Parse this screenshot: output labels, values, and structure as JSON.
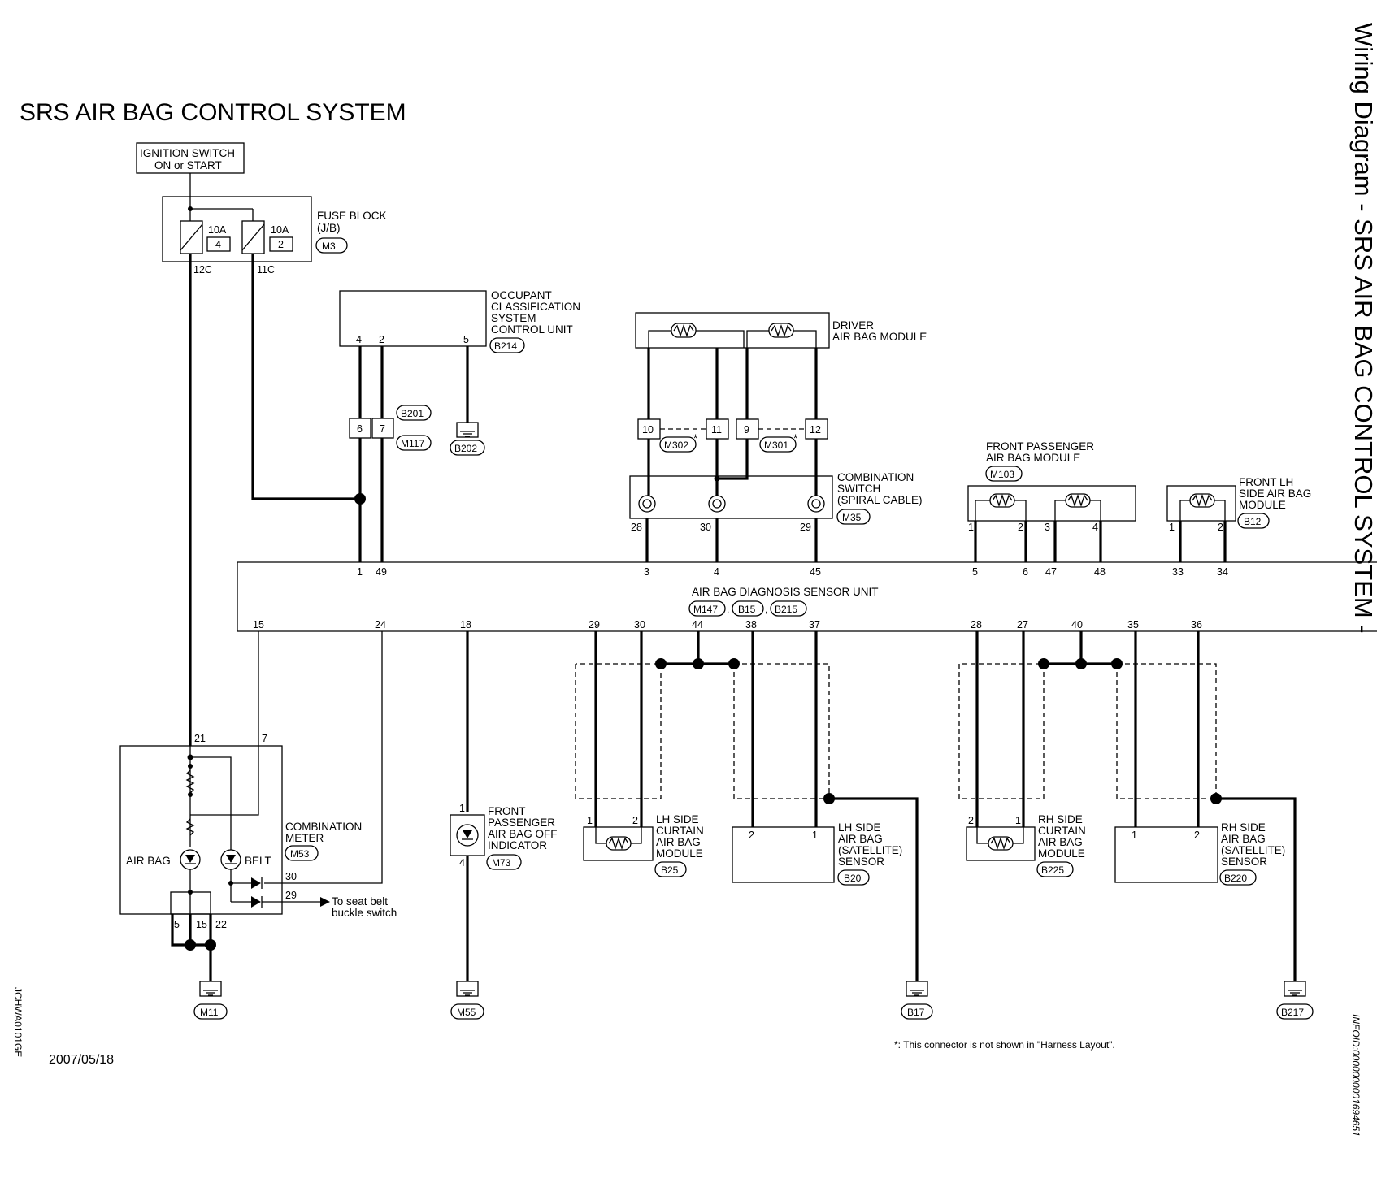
{
  "title": "SRS AIR BAG CONTROL SYSTEM",
  "side_title": "Wiring Diagram - SRS AIR BAG CONTROL SYSTEM -",
  "ignition": {
    "line1": "IGNITION SWITCH",
    "line2": "ON or START"
  },
  "fuse_block": {
    "label1": "FUSE BLOCK",
    "label2": "(J/B)",
    "connector": "M3",
    "fuse_a_amp": "10A",
    "fuse_a_no": "4",
    "fuse_b_amp": "10A",
    "fuse_b_no": "2",
    "out_a": "12C",
    "out_b": "11C"
  },
  "occupant_unit": {
    "label1": "OCCUPANT",
    "label2": "CLASSIFICATION",
    "label3": "SYSTEM",
    "label4": "CONTROL UNIT",
    "connector": "B214",
    "pins": [
      "4",
      "2",
      "5"
    ]
  },
  "b201_connector": {
    "pins": [
      "6",
      "7"
    ],
    "tag1": "B201",
    "tag2": "M117"
  },
  "ground_b202": "B202",
  "driver_module": {
    "label1": "DRIVER",
    "label2": "AIR BAG MODULE"
  },
  "spiral_connectors": {
    "pins": [
      "10",
      "11",
      "9",
      "12"
    ],
    "tag1": "M302",
    "tag2": "M301",
    "star": "*"
  },
  "combination_switch": {
    "label1": "COMBINATION",
    "label2": "SWITCH",
    "label3": "(SPIRAL CABLE)",
    "connector": "M35",
    "pins": [
      "28",
      "30",
      "29"
    ]
  },
  "front_pass_module": {
    "label1": "FRONT PASSENGER",
    "label2": "AIR BAG MODULE",
    "connector": "M103",
    "pins": [
      "1",
      "2",
      "3",
      "4"
    ]
  },
  "front_lh_module": {
    "label1": "FRONT LH",
    "label2": "SIDE AIR BAG",
    "label3": "MODULE",
    "connector": "B12",
    "pins": [
      "1",
      "2"
    ]
  },
  "diagnosis_unit": {
    "label": "AIR BAG DIAGNOSIS SENSOR UNIT",
    "connectors": [
      "M147",
      "B15",
      "B215"
    ],
    "top_pins": [
      "1",
      "49",
      "3",
      "4",
      "45",
      "5",
      "6",
      "47",
      "48",
      "33",
      "34"
    ],
    "bottom_pins": [
      "15",
      "24",
      "18",
      "29",
      "30",
      "44",
      "38",
      "37",
      "28",
      "27",
      "40",
      "35",
      "36"
    ]
  },
  "combination_meter": {
    "label1": "COMBINATION",
    "label2": "METER",
    "connector": "M53",
    "airbag": "AIR BAG",
    "belt": "BELT",
    "pins": [
      "21",
      "7",
      "30",
      "29",
      "5",
      "15",
      "22"
    ],
    "note1": "To seat belt",
    "note2": "buckle switch"
  },
  "pass_off_indicator": {
    "label1": "FRONT",
    "label2": "PASSENGER",
    "label3": "AIR BAG OFF",
    "label4": "INDICATOR",
    "connector": "M73",
    "pins": [
      "1",
      "4"
    ]
  },
  "lh_curtain": {
    "label1": "LH SIDE",
    "label2": "CURTAIN",
    "label3": "AIR BAG",
    "label4": "MODULE",
    "connector": "B25",
    "pins": [
      "1",
      "2"
    ]
  },
  "lh_satellite": {
    "label1": "LH SIDE",
    "label2": "AIR BAG",
    "label3": "(SATELLITE)",
    "label4": "SENSOR",
    "connector": "B20",
    "pins": [
      "2",
      "1"
    ]
  },
  "rh_curtain": {
    "label1": "RH SIDE",
    "label2": "CURTAIN",
    "label3": "AIR BAG",
    "label4": "MODULE",
    "connector": "B225",
    "pins": [
      "2",
      "1"
    ]
  },
  "rh_satellite": {
    "label1": "RH SIDE",
    "label2": "AIR BAG",
    "label3": "(SATELLITE)",
    "label4": "SENSOR",
    "connector": "B220",
    "pins": [
      "1",
      "2"
    ]
  },
  "grounds": [
    "M11",
    "M55",
    "B17",
    "B217"
  ],
  "footnote": "*: This connector is not shown in \"Harness Layout\".",
  "date": "2007/05/18",
  "left_code": "JCHWA0101GE",
  "right_code": "INFOID:0000000001694651"
}
